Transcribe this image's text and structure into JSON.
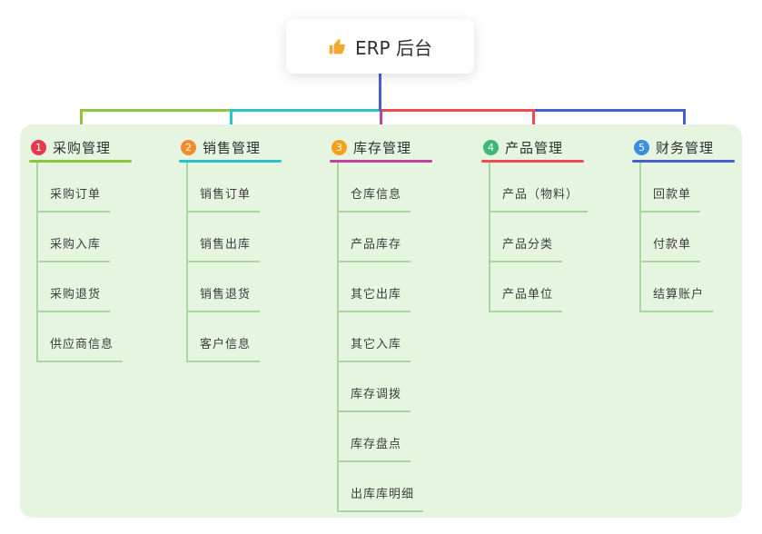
{
  "root": {
    "label": "ERP 后台",
    "icon": "thumbs-up-icon"
  },
  "branches": [
    {
      "number": "1",
      "label": "采购管理",
      "badge_color": "#e53a4e",
      "line_color": "#8cc63f",
      "children": [
        "采购订单",
        "采购入库",
        "采购退货",
        "供应商信息"
      ]
    },
    {
      "number": "2",
      "label": "销售管理",
      "badge_color": "#f68b2c",
      "line_color": "#29c4c9",
      "children": [
        "销售订单",
        "销售出库",
        "销售退货",
        "客户信息"
      ]
    },
    {
      "number": "3",
      "label": "库存管理",
      "badge_color": "#f9a01b",
      "line_color": "#c2419e",
      "children": [
        "仓库信息",
        "产品库存",
        "其它出库",
        "其它入库",
        "库存调拨",
        "库存盘点",
        "出库库明细"
      ]
    },
    {
      "number": "4",
      "label": "产品管理",
      "badge_color": "#3cb878",
      "line_color": "#ef4b52",
      "children": [
        "产品（物料）",
        "产品分类",
        "产品单位"
      ]
    },
    {
      "number": "5",
      "label": "财务管理",
      "badge_color": "#3a8fde",
      "line_color": "#4a5ed3",
      "children": [
        "回款单",
        "付款单",
        "结算账户"
      ]
    }
  ],
  "colors": {
    "background_panel": "#e6f5e0",
    "root_connector": "#4a5ed3",
    "child_line": "#abd6a1",
    "icon_fill": "#f0a831"
  }
}
